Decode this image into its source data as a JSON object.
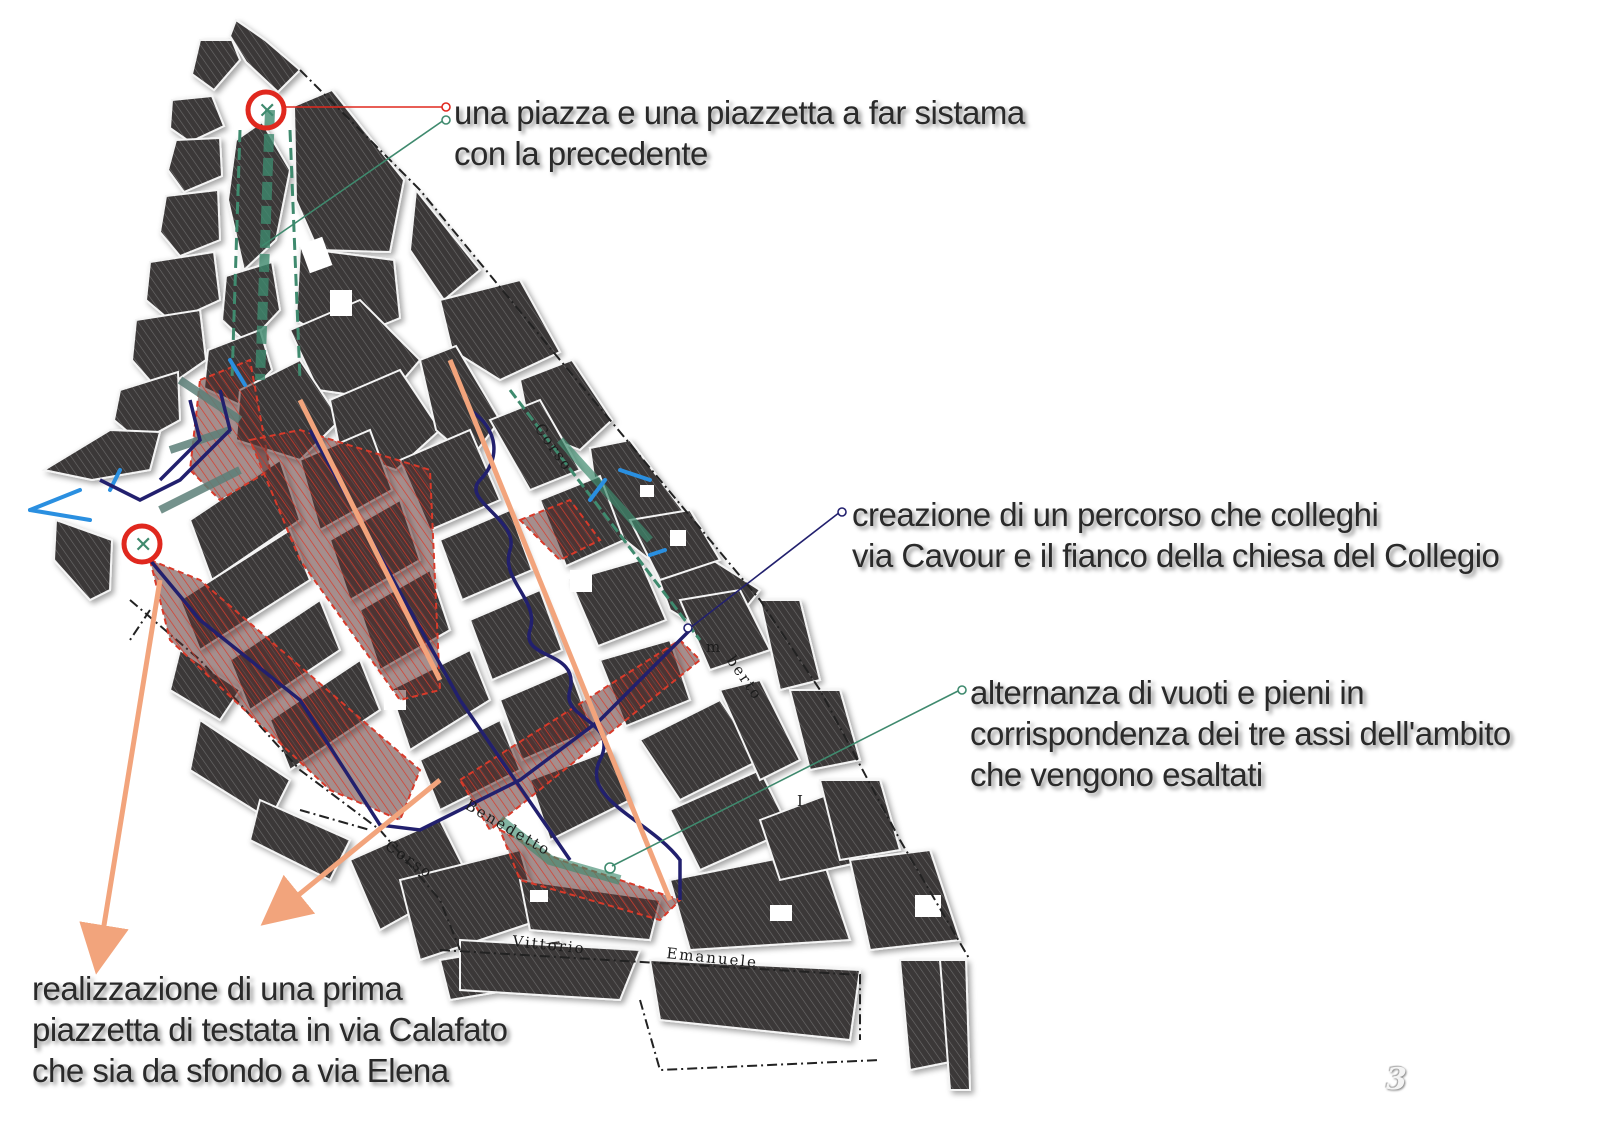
{
  "colors": {
    "blocks": "#3a3838",
    "hatch": "#6a6868",
    "piazza": "#e0281e",
    "green_axis": "#3f8a6e",
    "blue_path": "#22206e",
    "orange_axis": "#f2a47c",
    "light_blue": "#2a8fe0",
    "text": "#2a2a2a"
  },
  "annotations": {
    "piazza": {
      "lines": [
        "una piazza e una piazzetta a far sistama",
        "con la precedente"
      ]
    },
    "percorso": {
      "lines": [
        "creazione di un percorso che colleghi",
        "via Cavour e il fianco della chiesa del Collegio"
      ]
    },
    "alternanza": {
      "lines": [
        "alternanza di vuoti e pieni in",
        "corrispondenza dei tre assi dell'ambito",
        "che vengono esaltati"
      ]
    },
    "piazzetta": {
      "lines": [
        "realizzazione di una prima",
        "piazzetta di testata in via Calafato",
        "che sia da sfondo a via Elena"
      ]
    }
  },
  "streets": {
    "corso_top": "Corso",
    "umberto_1": "m",
    "umberto_2": "berto",
    "umberto_3": "I",
    "benedetto": "Benedetto",
    "corso_bottom": "Corso",
    "vittorio": "Vittorio",
    "emanuele": "Emanuele"
  },
  "page_number": "3"
}
